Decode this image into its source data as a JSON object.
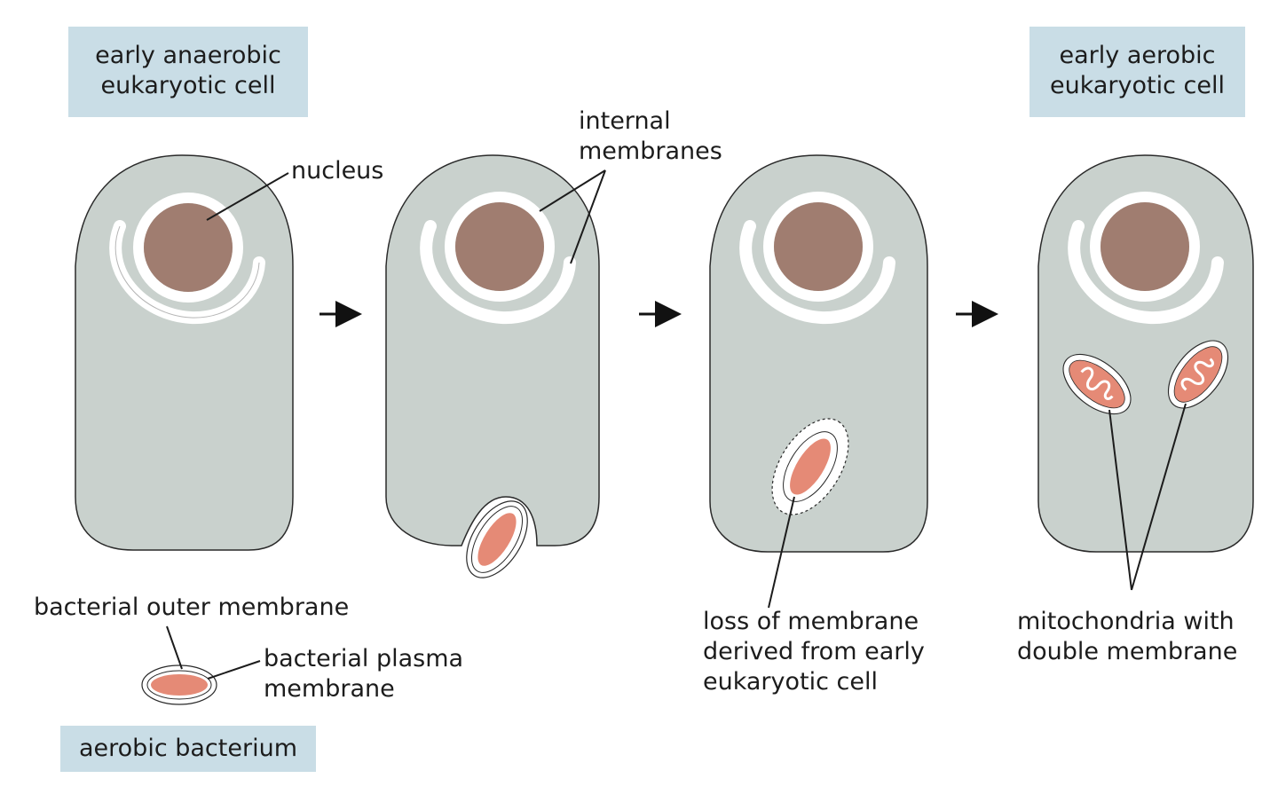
{
  "boxes": {
    "anaerobic": [
      "early anaerobic",
      "eukaryotic cell"
    ],
    "aerobic": [
      "early aerobic",
      "eukaryotic cell"
    ],
    "bacterium": "aerobic bacterium"
  },
  "labels": {
    "nucleus": "nucleus",
    "internal_membranes": [
      "internal",
      "membranes"
    ],
    "bacterial_outer_membrane": "bacterial outer membrane",
    "bacterial_plasma_membrane": [
      "bacterial plasma",
      "membrane"
    ],
    "loss_of_membrane": [
      "loss of membrane",
      "derived from early",
      "eukaryotic cell"
    ],
    "mitochondria": [
      "mitochondria with",
      "double membrane"
    ]
  },
  "colors": {
    "cell": "#c9d1cd",
    "cell_outline": "#2a2a2a",
    "nucleus": "#a07d70",
    "bacterium": "#e58a76",
    "label_box": "#c9dde6",
    "membrane": "#ffffff"
  }
}
